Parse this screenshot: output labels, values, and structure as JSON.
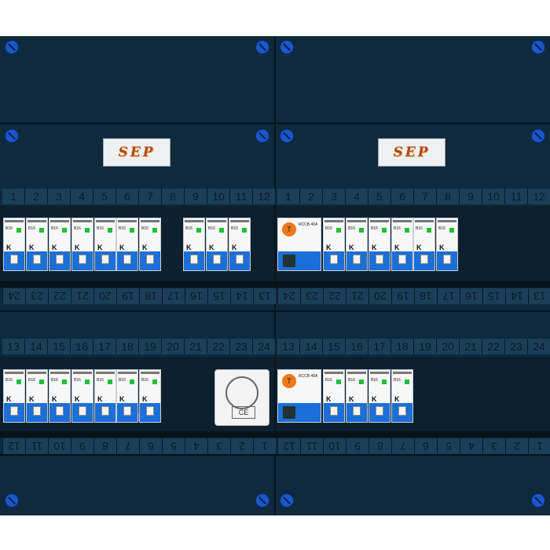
{
  "brand": {
    "logo_text": "SEP"
  },
  "colors": {
    "cabinet": "#0f2a3d",
    "screw": "#1a57c9",
    "breaker_blue": "#1b6fd6",
    "led_green": "#1fbf3a",
    "rcd_orange": "#f07818"
  },
  "rows": {
    "top_numbers": [
      "1",
      "2",
      "3",
      "4",
      "5",
      "6",
      "7",
      "8",
      "9",
      "10",
      "11",
      "12"
    ],
    "mid_numbers_flipped": [
      "24",
      "23",
      "22",
      "21",
      "20",
      "19",
      "18",
      "17",
      "16",
      "15",
      "14",
      "13"
    ],
    "second_numbers": [
      "13",
      "14",
      "15",
      "16",
      "17",
      "18",
      "19",
      "20",
      "21",
      "22",
      "23",
      "24"
    ],
    "bottom_numbers_flipped": [
      "12",
      "11",
      "10",
      "9",
      "8",
      "7",
      "6",
      "5",
      "4",
      "3",
      "2",
      "1"
    ]
  },
  "breaker": {
    "label": "B16",
    "mark": "K"
  },
  "rcd": {
    "mark": "T",
    "label": "RCCB 40A"
  },
  "socket": {
    "mark": "CE"
  }
}
